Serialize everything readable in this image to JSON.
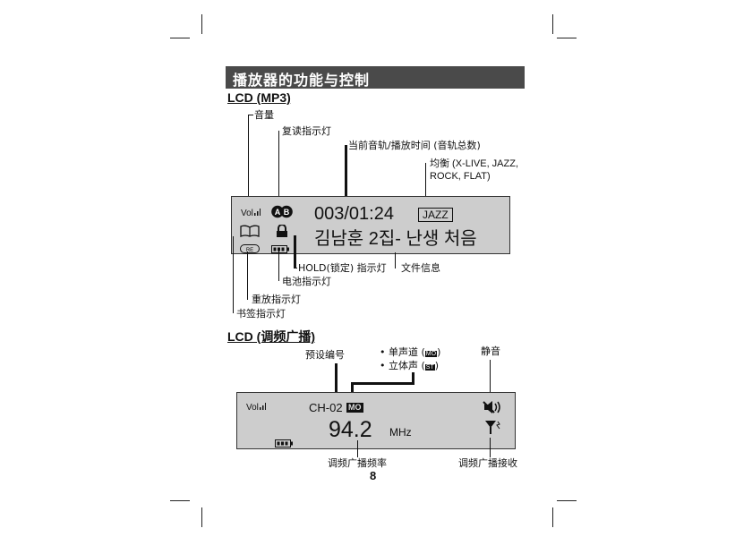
{
  "header": {
    "title": "播放器的功能与控制"
  },
  "mp3": {
    "section_title": "LCD (MP3)",
    "labels": {
      "volume": "音量",
      "repeat": "复读指示灯",
      "track_time": "当前音轨/播放时间 (音轨总数)",
      "eq_line1": "均衡 (X-LIVE, JAZZ,",
      "eq_line2": "ROCK, FLAT)",
      "hold": "HOLD(锁定) 指示灯",
      "file_info": "文件信息",
      "battery": "电池指示灯",
      "replay": "重放指示灯",
      "bookmark": "书签指示灯"
    },
    "lcd": {
      "vol": "Vol",
      "ab_a": "A",
      "ab_b": "B",
      "track_time_value": "003/01:24",
      "eq_value": "JAZZ",
      "file_info_value": "김남훈 2집- 난생 처음",
      "replay_icon_text": "RE"
    }
  },
  "fm": {
    "section_title": "LCD (调频广播)",
    "labels": {
      "preset": "预设编号",
      "mono": "• 单声道 (",
      "mono_icon": "MO",
      "stereo": "• 立体声 (",
      "stereo_icon": "ST",
      "close_paren": ")",
      "mute": "静音",
      "frequency": "调频广播频率",
      "reception": "调频广播接收"
    },
    "lcd": {
      "vol": "Vol",
      "channel": "CH-02",
      "mode": "MO",
      "freq_value": "94.2",
      "freq_unit": "MHz"
    }
  },
  "page_number": "8"
}
